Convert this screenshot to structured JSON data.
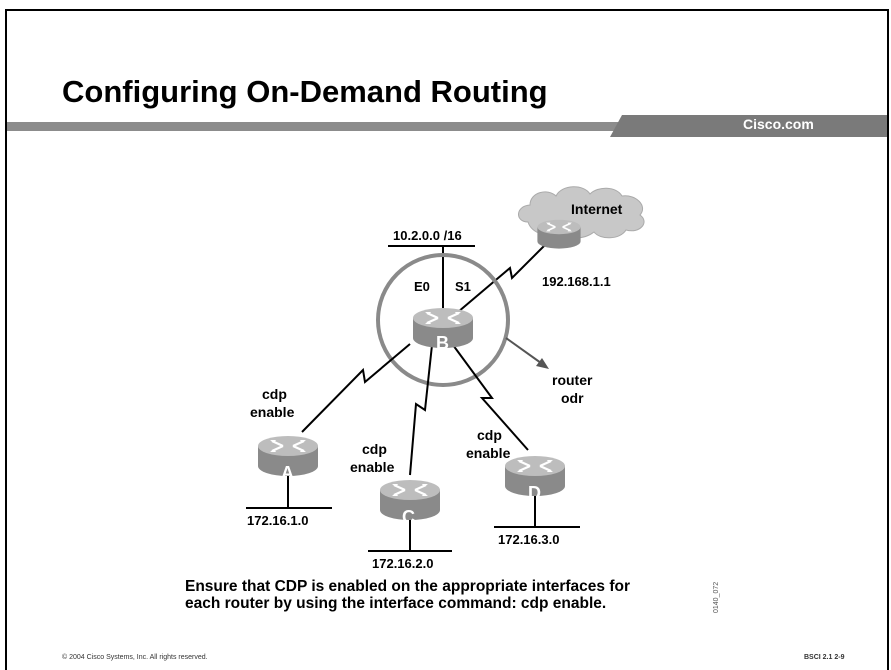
{
  "slide": {
    "title": "Configuring On-Demand Routing",
    "brand": "Cisco.com",
    "footer_left": "© 2004 Cisco Systems, Inc. All rights reserved.",
    "footer_right": "BSCI 2.1   2-9",
    "figure_code": "0140_072"
  },
  "diagram": {
    "cloud_label": "Internet",
    "top_network": "10.2.0.0 /16",
    "serial_link_ip": "192.168.1.1",
    "hub": {
      "name": "B",
      "if_ethernet": "E0",
      "if_serial": "S1"
    },
    "hub_config_line1": "router",
    "hub_config_line2": "odr",
    "spokes": [
      {
        "name": "A",
        "cmd_line1": "cdp",
        "cmd_line2": "enable",
        "network": "172.16.1.0"
      },
      {
        "name": "C",
        "cmd_line1": "cdp",
        "cmd_line2": "enable",
        "network": "172.16.2.0"
      },
      {
        "name": "D",
        "cmd_line1": "cdp",
        "cmd_line2": "enable",
        "network": "172.16.3.0"
      }
    ],
    "colors": {
      "router_body": "#8a8a8a",
      "router_top": "#b9b9b9",
      "circle": "#8a8a8a",
      "cloud": "#c8c8c8"
    }
  },
  "caption": {
    "line1": "Ensure that CDP is enabled on the appropriate interfaces for",
    "line2": "each router by using the interface command: cdp enable."
  }
}
